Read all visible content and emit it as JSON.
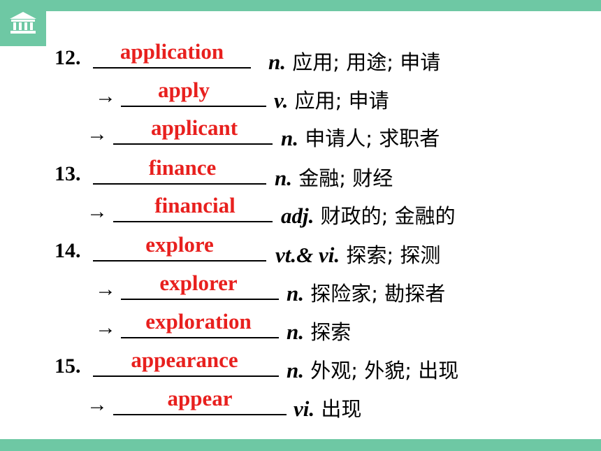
{
  "entries": [
    {
      "prefix": "12.",
      "answer": "application",
      "pos": "n.",
      "meaning": " 应用; 用途; 申请"
    },
    {
      "prefix": "→",
      "answer": "apply",
      "pos": "v.",
      "meaning": " 应用; 申请"
    },
    {
      "prefix": "→",
      "answer": "applicant",
      "pos": "n.",
      "meaning": " 申请人; 求职者"
    },
    {
      "prefix": "13.",
      "answer": "finance",
      "pos": "n.",
      "meaning": " 金融; 财经"
    },
    {
      "prefix": "→",
      "answer": "financial",
      "pos": "adj.",
      "meaning": " 财政的; 金融的"
    },
    {
      "prefix": "14.",
      "answer": "explore",
      "pos": "vt.& vi.",
      "meaning": " 探索; 探测"
    },
    {
      "prefix": "→",
      "answer": "explorer",
      "pos": "n.",
      "meaning": " 探险家; 勘探者"
    },
    {
      "prefix": "→",
      "answer": "exploration",
      "pos": "n.",
      "meaning": " 探索"
    },
    {
      "prefix": "15.",
      "answer": "appearance",
      "pos": "n.",
      "meaning": " 外观; 外貌; 出现"
    },
    {
      "prefix": "→",
      "answer": "appear",
      "pos": "vi.",
      "meaning": " 出现"
    }
  ],
  "colors": {
    "accent": "#6ec8a4",
    "answer": "#e8201e"
  },
  "icons": {
    "logo": "institution-building-icon"
  }
}
